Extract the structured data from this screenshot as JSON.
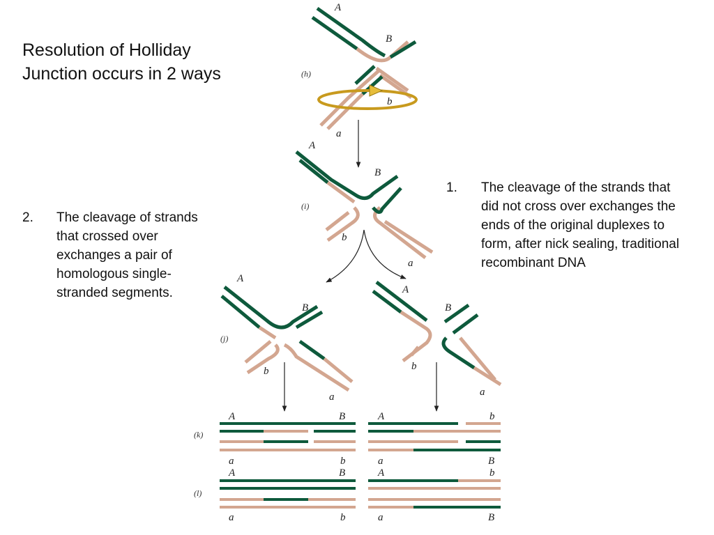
{
  "title": "Resolution of Holliday Junction occurs in 2 ways",
  "notes": [
    {
      "number": "1.",
      "text": "The cleavage of the strands that did not cross over exchanges the ends of the original duplexes to form, after nick sealing, traditional recombinant DNA"
    },
    {
      "number": "2.",
      "text": "The cleavage of strands that crossed over exchanges a pair of homologous single-stranded segments."
    }
  ],
  "diagram": {
    "steps": [
      "(h)",
      "(i)",
      "(j)",
      "(k)",
      "(l)"
    ],
    "labels": {
      "A": "A",
      "B": "B",
      "a": "a",
      "b": "b"
    }
  },
  "colors": {
    "green": "#0e5a3c",
    "tan": "#d3a690",
    "gold": "#c89a1e"
  }
}
